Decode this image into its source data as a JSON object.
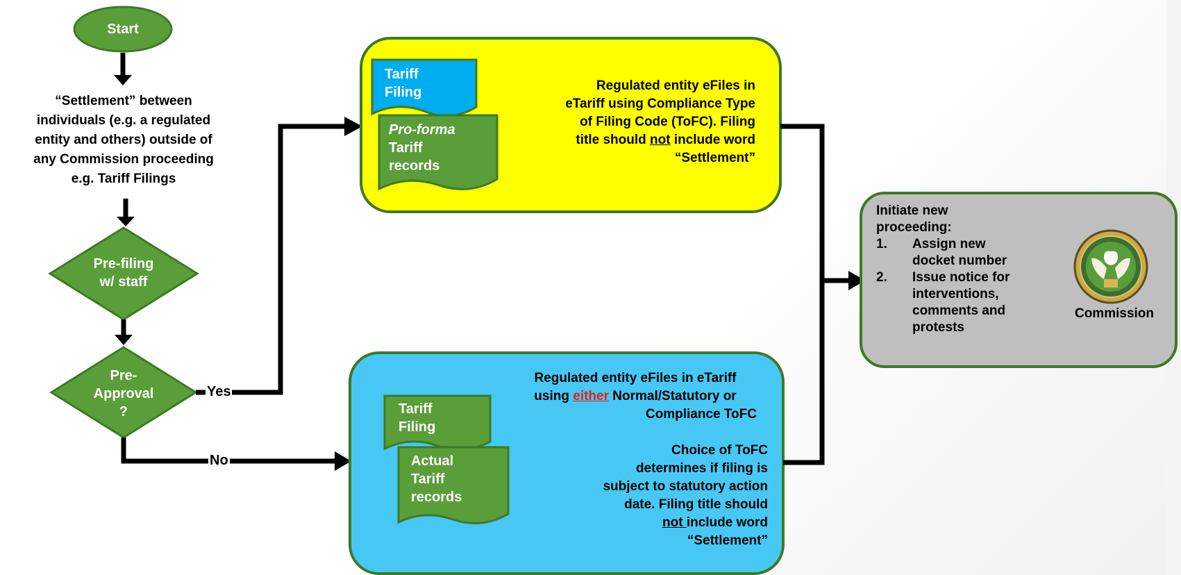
{
  "start": {
    "label": "Start"
  },
  "settlement": {
    "lines": [
      "“Settlement” between",
      "individuals (e.g. a regulated",
      "entity and others) outside of",
      "any Commission proceeding",
      "e.g. Tariff Filings"
    ]
  },
  "prefiling": {
    "lines": [
      "Pre-filing",
      "w/ staff"
    ]
  },
  "preapproval": {
    "lines": [
      "Pre-",
      "Approval",
      "?"
    ]
  },
  "edges": {
    "yes": "Yes",
    "no": "No"
  },
  "yellow_box": {
    "doc1": [
      "Tariff",
      "Filing"
    ],
    "doc2_italic": "Pro-forma",
    "doc2": [
      "Tariff",
      "records"
    ],
    "text_lines": [
      "Regulated entity eFiles in",
      "eTariff using Compliance Type",
      "of Filing Code (ToFC).  Filing"
    ],
    "text_pre_not": "title should ",
    "not_word": "not",
    "text_post_not": " include word",
    "text_last": "“Settlement”"
  },
  "blue_box": {
    "doc1": [
      "Tariff",
      "Filing"
    ],
    "doc2": [
      "Actual",
      "Tariff",
      "records"
    ],
    "para1_line1": "Regulated entity eFiles in eTariff",
    "para1_pre": "using ",
    "either_word": "either",
    "para1_post": "  Normal/Statutory or",
    "para1_line3": "Compliance ToFC",
    "para2_lines": [
      "Choice of ToFC",
      "determines if filing is",
      "subject to statutory action",
      "date.  Filing title should"
    ],
    "not_word": "not ",
    "para2_post_not": "include word",
    "para2_last": "“Settlement”"
  },
  "gray_box": {
    "title_lines": [
      "Initiate new",
      "proceeding:"
    ],
    "steps": [
      {
        "num": "1.",
        "lines": [
          "Assign new",
          "docket number"
        ]
      },
      {
        "num": "2.",
        "lines": [
          "Issue notice for",
          "interventions,",
          "comments and",
          "protests"
        ]
      }
    ],
    "seal_label": "Commission",
    "seal_icon": "commission-seal-icon"
  },
  "colors": {
    "green": "#5a9e3a",
    "green_border": "#3d7a26",
    "yellow": "#ffff00",
    "blue_box": "#47c8f4",
    "doc_blue": "#00aeef",
    "gray": "#bfbfbf"
  }
}
